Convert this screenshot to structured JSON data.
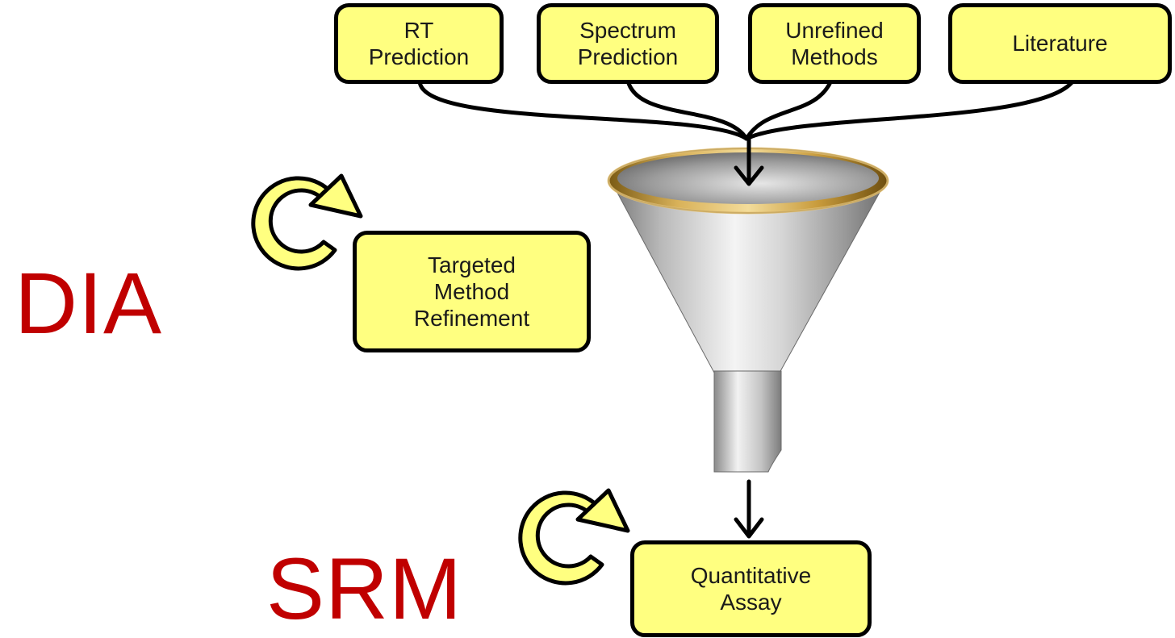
{
  "inputs": [
    {
      "id": "rt",
      "label": "RT\nPrediction"
    },
    {
      "id": "spectrum",
      "label": "Spectrum\nPrediction"
    },
    {
      "id": "unrefined",
      "label": "Unrefined\nMethods"
    },
    {
      "id": "literature",
      "label": "Literature"
    }
  ],
  "stages": {
    "dia": {
      "title": "DIA",
      "step": "Targeted\nMethod\nRefinement"
    },
    "srm": {
      "title": "SRM",
      "step": "Quantitative\nAssay"
    }
  },
  "colors": {
    "box_fill": "#ffff80",
    "box_border": "#000000",
    "stage_text": "#c00000",
    "cycle_arrow": "#ffff80",
    "funnel_rim": "#b08a2e",
    "funnel_body": "#c8c8c8"
  },
  "icons": [
    "cycle-arrow-icon",
    "funnel-icon",
    "down-arrow-icon"
  ]
}
